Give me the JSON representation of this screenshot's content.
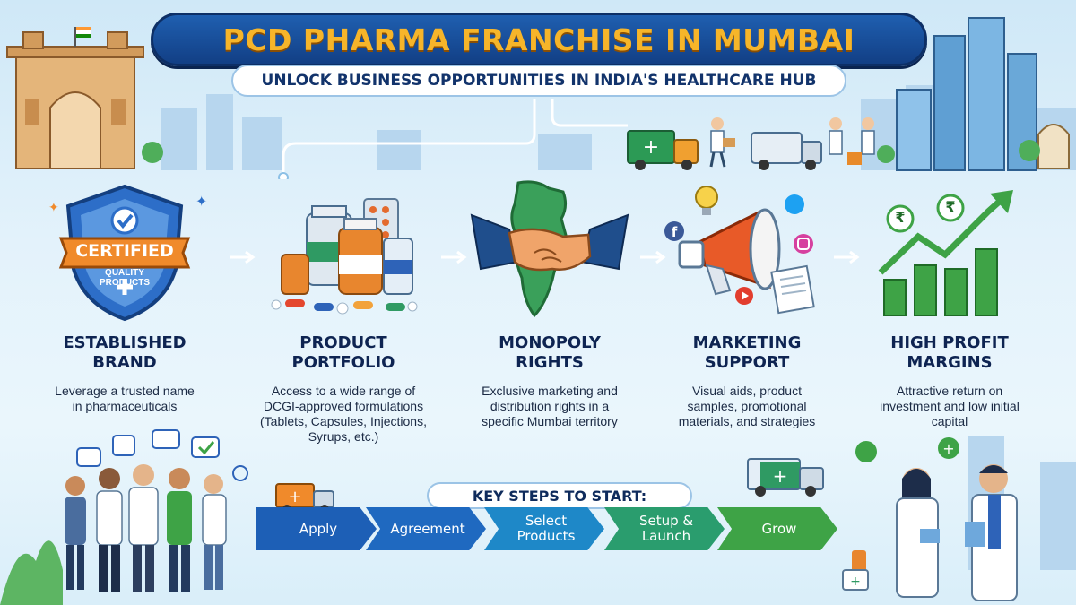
{
  "header": {
    "title": "PCD PHARMA FRANCHISE IN MUMBAI",
    "subtitle": "UNLOCK BUSINESS OPPORTUNITIES IN INDIA'S HEALTHCARE HUB"
  },
  "benefits": [
    {
      "title_line1": "ESTABLISHED",
      "title_line2": "BRAND",
      "desc": "Leverage a trusted name in pharmaceuticals",
      "icon": "certified-shield-icon",
      "badge": "CERTIFIED",
      "badge_sub1": "QUALITY",
      "badge_sub2": "PRODUCTS"
    },
    {
      "title_line1": "PRODUCT",
      "title_line2": "PORTFOLIO",
      "desc": "Access to a wide range of DCGI-approved formulations (Tablets, Capsules, Injections, Syrups, etc.)",
      "icon": "medicine-bottles-icon"
    },
    {
      "title_line1": "MONOPOLY",
      "title_line2": "RIGHTS",
      "desc": "Exclusive marketing and distribution rights in a specific Mumbai territory",
      "icon": "handshake-map-icon"
    },
    {
      "title_line1": "MARKETING",
      "title_line2": "SUPPORT",
      "desc": "Visual aids, product samples, promotional materials, and strategies",
      "icon": "megaphone-icon"
    },
    {
      "title_line1": "HIGH PROFIT",
      "title_line2": "MARGINS",
      "desc": "Attractive return on investment and low initial capital",
      "icon": "growth-chart-icon",
      "currency": "₹"
    }
  ],
  "steps": {
    "label": "KEY STEPS TO START:",
    "items": [
      {
        "line1": "Apply",
        "line2": ""
      },
      {
        "line1": "Agreement",
        "line2": ""
      },
      {
        "line1": "Select",
        "line2": "Products"
      },
      {
        "line1": "Setup &",
        "line2": "Launch"
      },
      {
        "line1": "Grow",
        "line2": ""
      }
    ]
  },
  "colors": {
    "title_gold": "#f6b52a",
    "banner_blue": "#1f5fb0",
    "step_blue": "#1d5fb6",
    "step_green": "#3ea346",
    "dark_text": "#0e2452"
  }
}
